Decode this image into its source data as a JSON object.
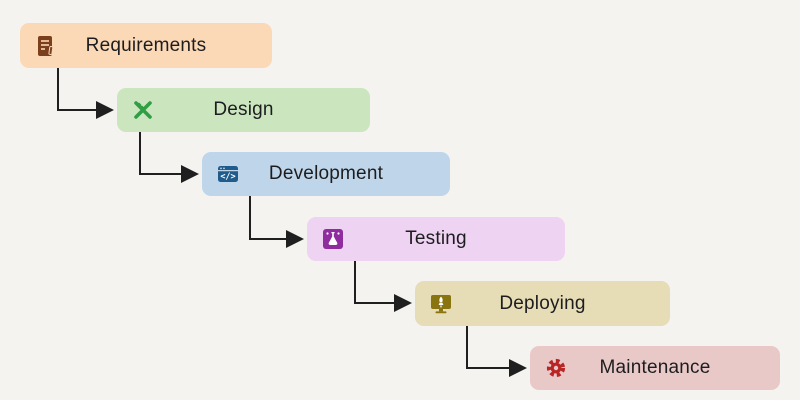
{
  "diagram": {
    "name": "software-development-waterfall",
    "background": "#f5f3f0",
    "arrow_color": "#1f1f1f"
  },
  "stages": [
    {
      "label": "Requirements",
      "bg": "#fbd8b6",
      "icon": "requirements-document-icon",
      "icon_color": "#7b3f1e"
    },
    {
      "label": "Design",
      "bg": "#cbe6bf",
      "icon": "design-tools-icon",
      "icon_color": "#2f9e44"
    },
    {
      "label": "Development",
      "bg": "#bfd6ea",
      "icon": "code-window-icon",
      "icon_color": "#1f5c8b"
    },
    {
      "label": "Testing",
      "bg": "#eed3f2",
      "icon": "test-flask-icon",
      "icon_color": "#8f2d9e"
    },
    {
      "label": "Deploying",
      "bg": "#e6dcb6",
      "icon": "deploy-rocket-icon",
      "icon_color": "#8a7410"
    },
    {
      "label": "Maintenance",
      "bg": "#e9c8c8",
      "icon": "gear-icon",
      "icon_color": "#b82525"
    }
  ]
}
